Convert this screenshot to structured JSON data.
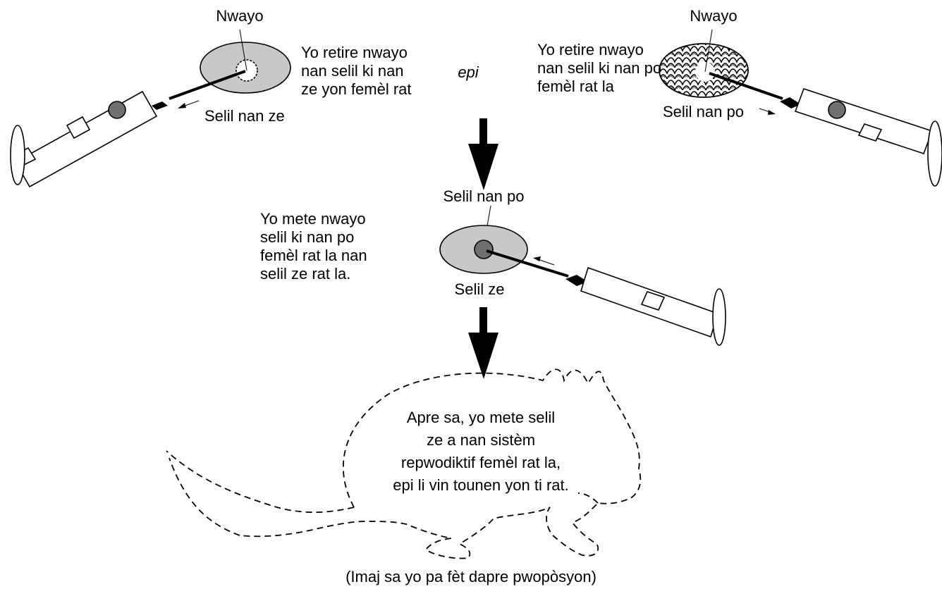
{
  "left_step": {
    "nucleus_label": "Nwayo",
    "description_lines": [
      "Yo retire nwayo",
      "nan selil ki nan",
      "ze yon femèl rat"
    ],
    "cell_label": "Selil nan ze"
  },
  "connector": "epi",
  "right_step": {
    "nucleus_label": "Nwayo",
    "description_lines": [
      "Yo retire nwayo",
      "nan selil ki nan po",
      "femèl rat la"
    ],
    "cell_label": "Selil nan po"
  },
  "middle_step": {
    "top_label": "Selil nan po",
    "description_lines": [
      "Yo mete nwayo",
      "selil ki nan po",
      "femèl rat la nan",
      "selil ze rat la."
    ],
    "cell_label": "Selil ze"
  },
  "final_step": {
    "description_lines": [
      "Apre sa, yo mete selil",
      "ze a nan sistèm",
      "repwodiktif femèl rat la,",
      "epi li vin tounen yon ti rat."
    ]
  },
  "caption": "(Imaj sa yo pa fèt dapre pwopòsyon)"
}
